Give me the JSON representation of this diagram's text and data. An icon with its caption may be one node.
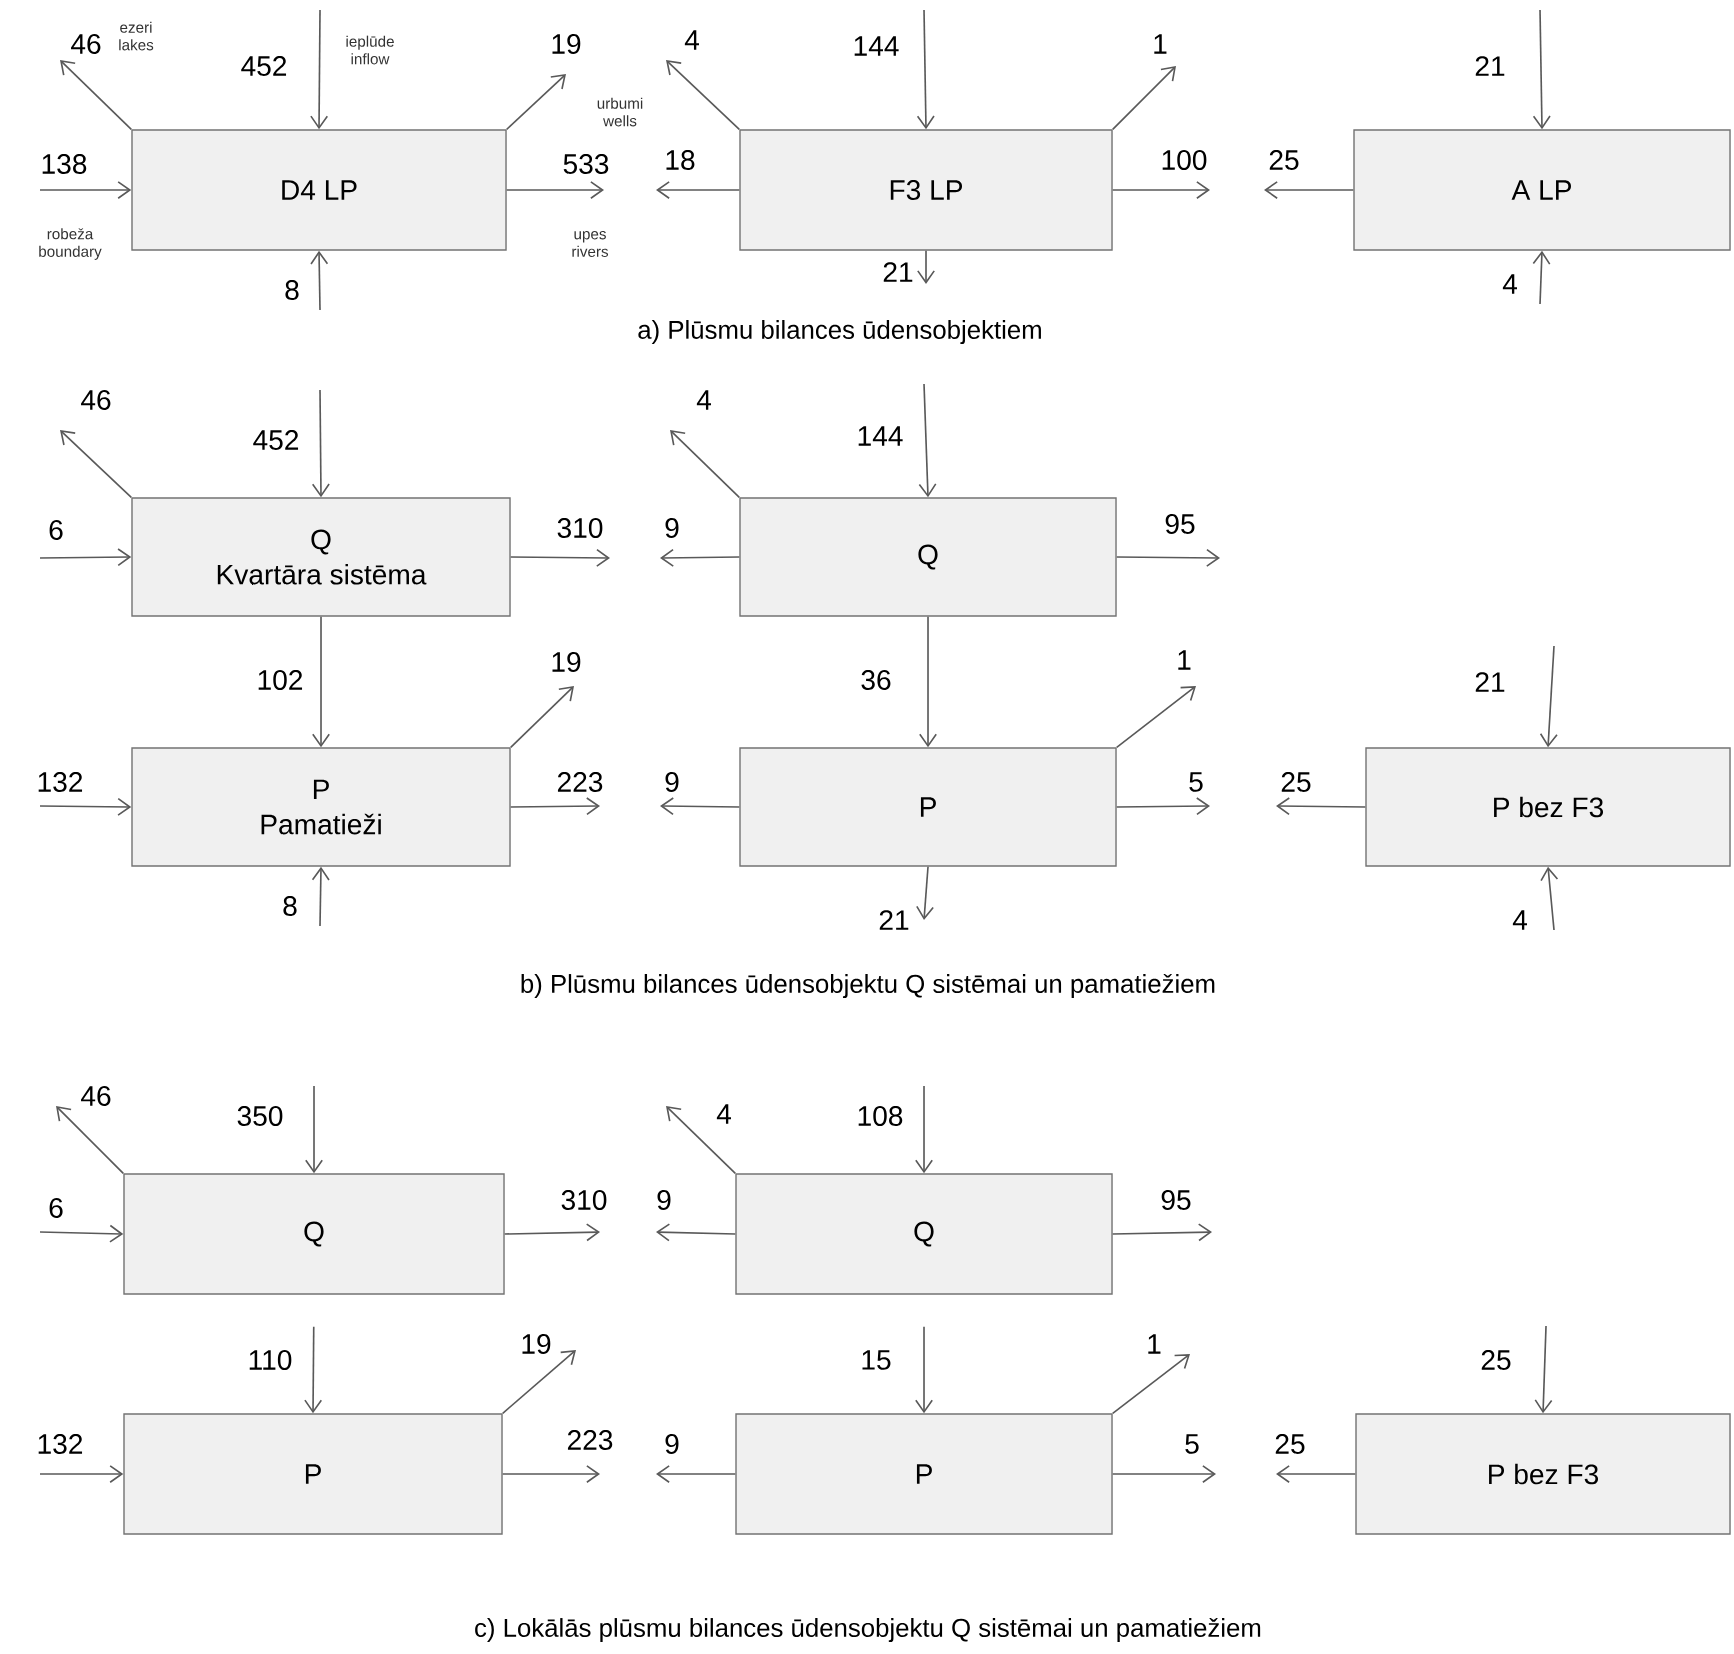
{
  "diagram": {
    "nodes": [
      {
        "text": [
          "D4 LP"
        ]
      },
      {
        "text": [
          "F3 LP"
        ]
      },
      {
        "text": [
          "A LP"
        ]
      },
      {
        "text": [
          "Q",
          "Kvartāra sistēma"
        ]
      },
      {
        "text": [
          "Q"
        ]
      },
      {
        "text": [
          "P",
          "Pamatieži"
        ]
      },
      {
        "text": [
          "P"
        ]
      },
      {
        "text": [
          "P bez F3"
        ]
      },
      {
        "text": [
          "Q"
        ]
      },
      {
        "text": [
          "Q"
        ]
      },
      {
        "text": [
          "P"
        ]
      },
      {
        "text": [
          "P"
        ]
      },
      {
        "text": [
          "P bez F3"
        ]
      }
    ],
    "edges": [
      {
        "from": 0,
        "to": null,
        "arrow": "to",
        "label": "46"
      },
      {
        "from": null,
        "to": 0,
        "arrow": "to",
        "label": "452"
      },
      {
        "from": 0,
        "to": null,
        "arrow": "to",
        "label": "19"
      },
      {
        "from": null,
        "to": 0,
        "arrow": "to",
        "label": "138"
      },
      {
        "from": 0,
        "to": null,
        "arrow": "to",
        "label": "533"
      },
      {
        "from": null,
        "to": 0,
        "arrow": "to",
        "label": "8"
      },
      {
        "from": 1,
        "to": null,
        "arrow": "to",
        "label": "4"
      },
      {
        "from": null,
        "to": 1,
        "arrow": "to",
        "label": "144"
      },
      {
        "from": 1,
        "to": null,
        "arrow": "to",
        "label": "1"
      },
      {
        "from": 1,
        "to": null,
        "arrow": "to",
        "label": "18"
      },
      {
        "from": 1,
        "to": null,
        "arrow": "to",
        "label": "100"
      },
      {
        "from": 1,
        "to": null,
        "arrow": "to",
        "label": "21"
      },
      {
        "from": null,
        "to": 2,
        "arrow": "to",
        "label": "21"
      },
      {
        "from": 2,
        "to": null,
        "arrow": "to",
        "label": "25"
      },
      {
        "from": null,
        "to": 2,
        "arrow": "to",
        "label": "4"
      },
      {
        "from": 3,
        "to": null,
        "arrow": "to",
        "label": "46"
      },
      {
        "from": null,
        "to": 3,
        "arrow": "to",
        "label": "452"
      },
      {
        "from": null,
        "to": 3,
        "arrow": "to",
        "label": "6"
      },
      {
        "from": 3,
        "to": null,
        "arrow": "to",
        "label": "310"
      },
      {
        "from": 3,
        "to": 5,
        "arrow": "to",
        "label": "102"
      },
      {
        "from": 5,
        "to": null,
        "arrow": "to",
        "label": "19"
      },
      {
        "from": null,
        "to": 5,
        "arrow": "to",
        "label": "132"
      },
      {
        "from": 5,
        "to": null,
        "arrow": "to",
        "label": "223"
      },
      {
        "from": null,
        "to": 5,
        "arrow": "to",
        "label": "8"
      },
      {
        "from": 4,
        "to": null,
        "arrow": "to",
        "label": "4"
      },
      {
        "from": null,
        "to": 4,
        "arrow": "to",
        "label": "144"
      },
      {
        "from": 4,
        "to": null,
        "arrow": "to",
        "label": "9"
      },
      {
        "from": 4,
        "to": null,
        "arrow": "to",
        "label": "95"
      },
      {
        "from": 4,
        "to": 6,
        "arrow": "to",
        "label": "36"
      },
      {
        "from": 6,
        "to": null,
        "arrow": "to",
        "label": "1"
      },
      {
        "from": 6,
        "to": null,
        "arrow": "to",
        "label": "9"
      },
      {
        "from": 6,
        "to": null,
        "arrow": "to",
        "label": "5"
      },
      {
        "from": 6,
        "to": null,
        "arrow": "to",
        "label": "21"
      },
      {
        "from": null,
        "to": 7,
        "arrow": "to",
        "label": "21"
      },
      {
        "from": 7,
        "to": null,
        "arrow": "to",
        "label": "25"
      },
      {
        "from": null,
        "to": 7,
        "arrow": "to",
        "label": "4"
      },
      {
        "from": 8,
        "to": null,
        "arrow": "to",
        "label": "46"
      },
      {
        "from": null,
        "to": 8,
        "arrow": "to",
        "label": "350"
      },
      {
        "from": null,
        "to": 8,
        "arrow": "to",
        "label": "6"
      },
      {
        "from": 8,
        "to": null,
        "arrow": "to",
        "label": "310"
      },
      {
        "from": 8,
        "to": 10,
        "arrow": "to",
        "label": "110"
      },
      {
        "from": 10,
        "to": null,
        "arrow": "to",
        "label": "19"
      },
      {
        "from": null,
        "to": 10,
        "arrow": "to",
        "label": "132"
      },
      {
        "from": 10,
        "to": null,
        "arrow": "to",
        "label": "223"
      },
      {
        "from": 9,
        "to": null,
        "arrow": "to",
        "label": "4"
      },
      {
        "from": null,
        "to": 9,
        "arrow": "to",
        "label": "108"
      },
      {
        "from": 9,
        "to": null,
        "arrow": "to",
        "label": "9"
      },
      {
        "from": 9,
        "to": null,
        "arrow": "to",
        "label": "95"
      },
      {
        "from": 9,
        "to": 11,
        "arrow": "to",
        "label": "15"
      },
      {
        "from": 11,
        "to": null,
        "arrow": "to",
        "label": "1"
      },
      {
        "from": 11,
        "to": null,
        "arrow": "to",
        "label": "9"
      },
      {
        "from": 11,
        "to": null,
        "arrow": "to",
        "label": "5"
      },
      {
        "from": null,
        "to": 12,
        "arrow": "to",
        "label": "25"
      },
      {
        "from": 12,
        "to": null,
        "arrow": "to",
        "label": "25"
      }
    ],
    "labels": [
      "ezeri lakes",
      "ieplūde inflow",
      "urbumi wells",
      "robeža boundary",
      "upes rivers",
      "a) Plūsmu bilances ūdensobjektiem",
      "b) Plūsmu bilances ūdensobjektu Q sistēmai un pamatiežiem",
      "c) Lokālās plūsmu bilances ūdensobjektu Q sistēmai un pamatiežiem"
    ]
  }
}
